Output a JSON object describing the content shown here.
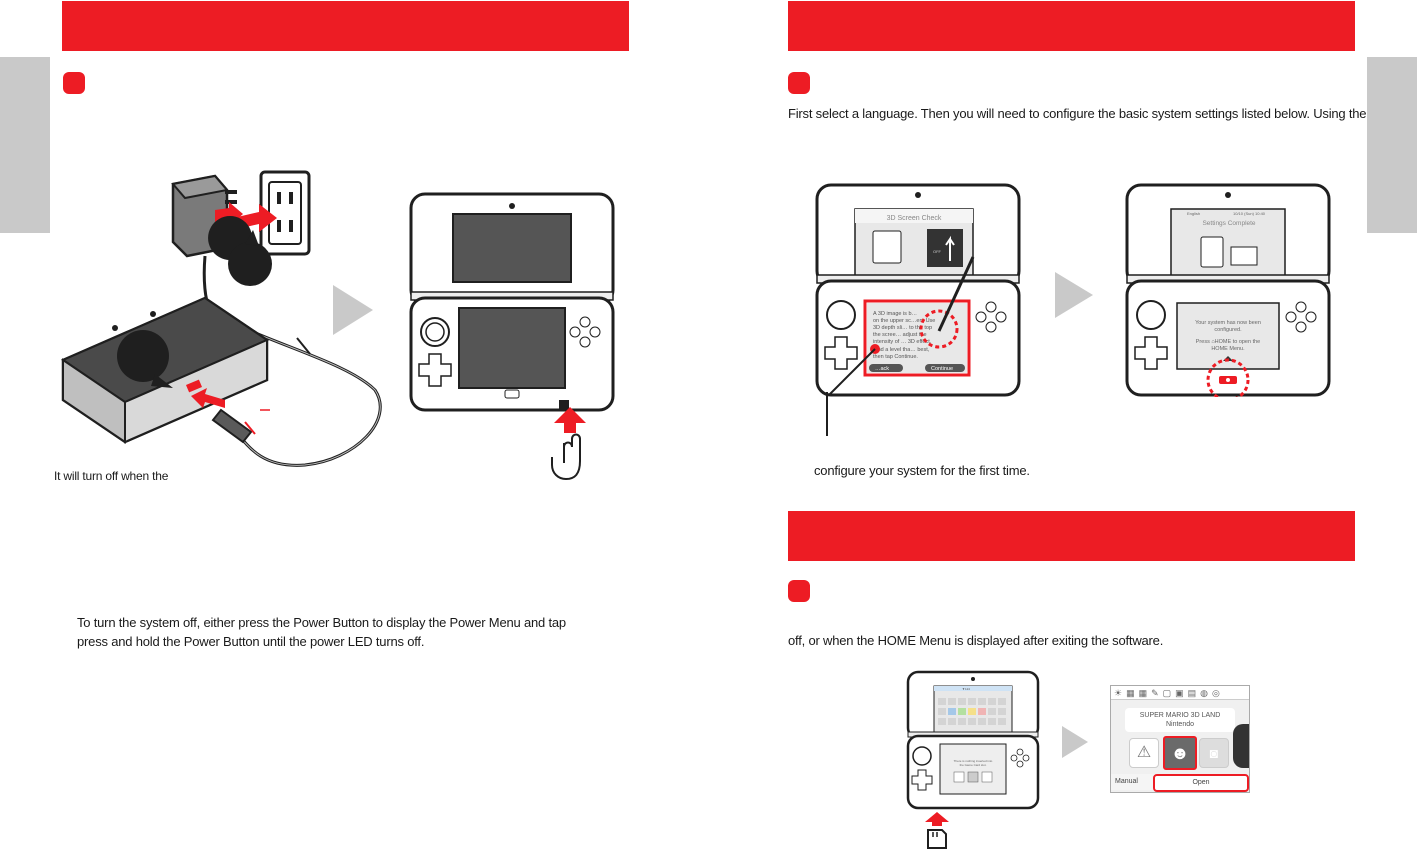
{
  "left_page": {
    "turn_off_note": "It will turn off when the",
    "power_off_line1": "To turn the system off, either press the Power Button to display the Power Menu and tap",
    "power_off_line2": "press and hold the Power Button until the power LED turns off."
  },
  "right_page": {
    "setup_intro": "First select a language. Then you will need to configure the basic system settings listed below. Using the",
    "setup_outro": "configure your system for the first time.",
    "software_note": "off, or when the HOME Menu is displayed after exiting the software."
  },
  "screens": {
    "check_title": "3D Screen Check",
    "check_body": [
      "A 3D image is b…",
      "on the upper sc…en. Use",
      "3D depth sli… to the top",
      "the scree…  adjust the",
      "intensity of … 3D effect.",
      "",
      "Find a level tha… best,",
      "then tap Continue."
    ],
    "check_back": "…ack",
    "check_continue": "Continue",
    "check_off": "OFF",
    "complete_lang": "English",
    "complete_date": "10/10 (Sun)  10:40",
    "complete_title": "Settings Complete",
    "complete_body": [
      "Your system has now been",
      "configured.",
      "",
      "Press ⌂HOME to open the",
      "HOME Menu."
    ],
    "home_top_text": "▼124",
    "home_bottom_text": [
      "There is nothing inserted into",
      "the Game Card slot."
    ],
    "game_title": "SUPER MARIO 3D LAND",
    "game_publisher": "Nintendo",
    "manual_label": "Manual",
    "open_label": "Open"
  },
  "colors": {
    "accent": "#ed1c24",
    "tab": "#c9c9c9",
    "device_outline": "#1f1f1f"
  }
}
